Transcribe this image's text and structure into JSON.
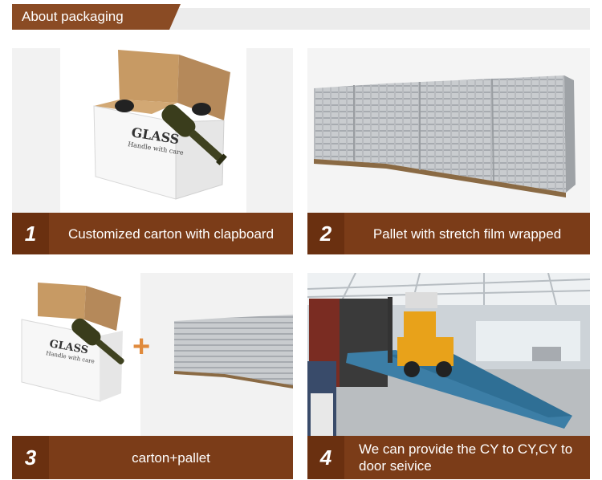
{
  "header": {
    "title": "About packaging"
  },
  "items": [
    {
      "num": "1",
      "caption": "Customized carton with clapboard"
    },
    {
      "num": "2",
      "caption": "Pallet with stretch film wrapped"
    },
    {
      "num": "3",
      "caption": "carton+pallet"
    },
    {
      "num": "4",
      "caption": "We can provide the CY to CY,CY to door seivice"
    }
  ],
  "box": {
    "brand": "GLASS",
    "note": "Handle with care"
  },
  "plus_sign": "+",
  "colors": {
    "brown": "#7b3c18",
    "brown_dark": "#6a3010",
    "forklift": "#e8a21a",
    "ramp": "#2f6f95"
  }
}
